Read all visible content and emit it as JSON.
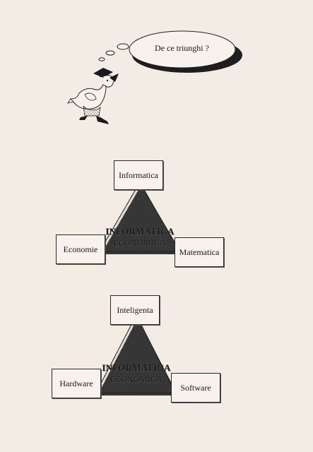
{
  "thought": {
    "text": "De ce triunghi ?"
  },
  "diagram1": {
    "top": "Informatica",
    "left": "Economie",
    "right": "Matematica",
    "center_line1": "INFORMATICA",
    "center_line2": "ECONOMICA"
  },
  "diagram2": {
    "top": "Inteligenta",
    "left": "Hardware",
    "right": "Software",
    "center_line1": "INFORMATICA",
    "center_line2": "ECONOMICA"
  },
  "colors": {
    "paper": "#f3ece4",
    "ink": "#1a1a1a"
  }
}
